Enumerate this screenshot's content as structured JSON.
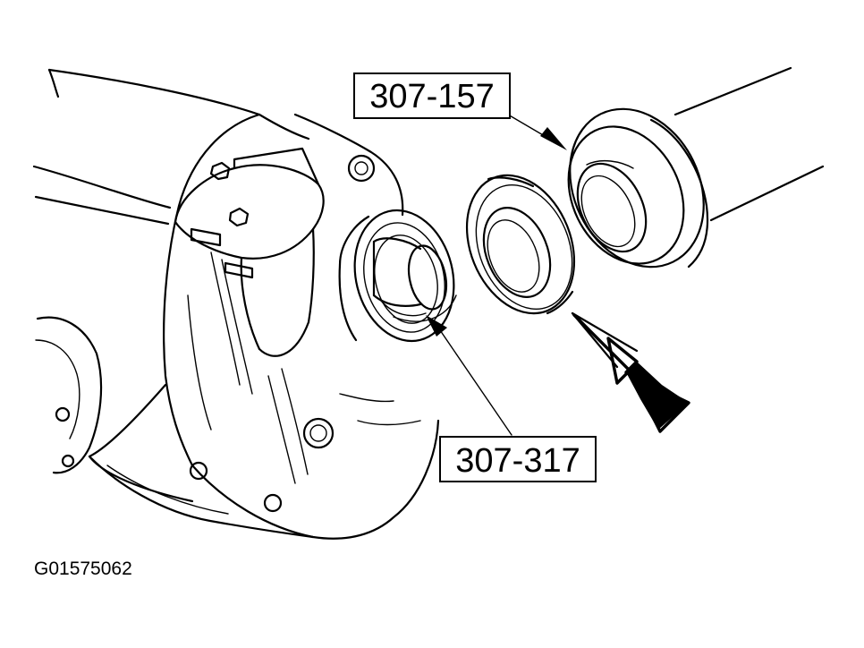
{
  "labels": {
    "tool_upper": "307-157",
    "tool_lower": "307-317",
    "figure_id": "G01575062"
  }
}
